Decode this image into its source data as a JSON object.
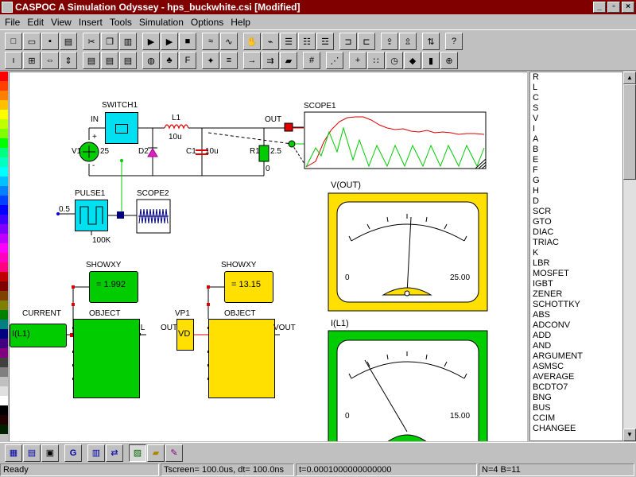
{
  "window": {
    "title": "CASPOC A Simulation Odyssey - hps_buckwhite.csi [Modified]"
  },
  "menu": [
    "File",
    "Edit",
    "View",
    "Insert",
    "Tools",
    "Simulation",
    "Options",
    "Help"
  ],
  "toolbar": {
    "row1_icons": [
      "new-file-icon",
      "open-file-icon",
      "save-icon",
      "print-icon",
      "cut-icon",
      "copy-icon",
      "paste-icon",
      "run-icon",
      "step-icon",
      "stop-icon",
      "waveform-icon",
      "schematic-icon",
      "hand-icon",
      "scope-icon",
      "list-icon",
      "list2-icon",
      "list3-icon",
      "ic-icon",
      "ic2-icon",
      "export-icon",
      "export2-icon",
      "connect-icon",
      "help-icon"
    ],
    "row2_icons": [
      "zoom-100-icon",
      "zoom-fit-icon",
      "zoom-width-icon",
      "zoom-height-icon",
      "report-icon",
      "report2-icon",
      "report3-icon",
      "globe-icon",
      "plugin-icon",
      "function-icon",
      "node-icon",
      "wire-icon",
      "arrow-icon",
      "arrow2-icon",
      "block-icon",
      "numbers-icon",
      "grid-icon",
      "crosshair-icon",
      "dotgrid-icon",
      "timer-icon",
      "animate-icon",
      "bars-icon",
      "center-icon"
    ]
  },
  "canvas": {
    "labels": {
      "switch": "SWITCH1",
      "inductor": "L1",
      "inductor_val": "10u",
      "in": "IN",
      "out": "OUT",
      "scope1": "SCOPE1",
      "v1": "V1",
      "v1_val": "25",
      "plus": "+",
      "minus": "-",
      "d2": "D2",
      "c1": "C1",
      "c1_val": "10u",
      "r1": "R1",
      "r1_val": "2.5",
      "zero": "0",
      "pulse": "PULSE1",
      "pulse_in": "0.5",
      "pulse_res": "100K",
      "scope2": "SCOPE2",
      "vout_meter": "V(OUT)",
      "vout_min": "0",
      "vout_max": "25.00",
      "il_meter": "I(L1)",
      "il_min": "0",
      "il_max": "15.00",
      "showxy1": "SHOWXY",
      "showxy1_val": "= 1.992",
      "showxy2": "SHOWXY",
      "showxy2_val": "= 13.15",
      "current": "CURRENT",
      "current_box": "I(L1)",
      "object1": "OBJECT",
      "object1_out": "IL",
      "vp1": "VP1",
      "vp1_out": "OUT",
      "vp1_box": "VD",
      "object2": "OBJECT",
      "object2_out": "VOUT"
    }
  },
  "components": [
    "R",
    "L",
    "C",
    "S",
    "V",
    "I",
    "A",
    "B",
    "E",
    "F",
    "G",
    "H",
    "D",
    "SCR",
    "GTO",
    "DIAC",
    "TRIAC",
    "K",
    "LBR",
    "MOSFET",
    "IGBT",
    "ZENER",
    "SCHOTTKY",
    "ABS",
    "ADCONV",
    "ADD",
    "AND",
    "ARGUMENT",
    "ASMSC",
    "AVERAGE",
    "BCDTO7",
    "BNG",
    "BUS",
    "CCIM",
    "CHANGEE"
  ],
  "status": {
    "ready": "Ready",
    "tscreen": "Tscreen= 100.0us, dt= 100.0ns",
    "time": "t=0.0001000000000000",
    "nodes": "N=4 B=11"
  },
  "colors": {
    "titlebar": "#800000",
    "green_block": "#00cc00",
    "yellow_block": "#ffe000",
    "cyan_block": "#00e0f0",
    "scope_green": "#00cc00",
    "scope_red": "#dd0000"
  }
}
